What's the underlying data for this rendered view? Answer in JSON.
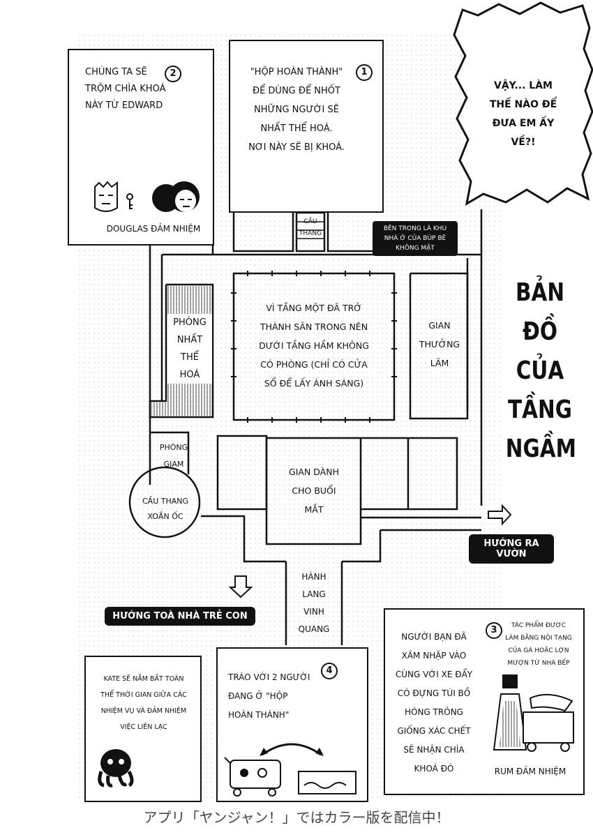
{
  "panels": {
    "p1": {
      "num": "1",
      "text": "\"HỘP HOÀN THÀNH\"\nĐỂ DÙNG ĐỂ NHỐT\nNHỮNG NGƯỜI SẼ\nNHẤT THỂ HOÁ.\nNƠI NÀY SẼ BỊ KHOÁ."
    },
    "p2": {
      "num": "2",
      "text": "CHÚNG TA SẼ\nTRỘM CHÌA KHOÁ\nNÀY TỪ EDWARD",
      "caption": "DOUGLAS ĐẢM NHIỆM"
    },
    "p3": {
      "num": "3",
      "text": "NGƯỜI BẠN ĐÃ\nXÂM NHẬP VÀO\nCÙNG VỚI XE ĐẨY\nCÓ ĐỰNG TÚI BỒ\nHÓNG TRÔNG\nGIỐNG XÁC CHẾT\nSẼ NHẬN CHÌA\nKHOÁ ĐÓ",
      "note": "TÁC PHẨM ĐƯỢC\nLÀM BẰNG NỘI TẠNG\nCỦA GÀ HOẶC LỢN\nMƯỢN TỪ NHÀ BẾP",
      "caption": "RUM ĐẢM NHIỆM"
    },
    "p4": {
      "num": "4",
      "text": "TRÁO VỚI 2 NGƯỜI\nĐANG Ở \"HỘP\nHOÀN THÀNH\""
    },
    "kate": {
      "text": "KATE SẼ NẮM BẮT TOÀN\nTHỂ THỜI GIAN GIỮA CÁC\nNHIỆM VỤ VÀ ĐẢM NHIỆM\nVIỆC LIÊN LẠC"
    }
  },
  "speech": "VẬY... LÀM\nTHẾ NÀO ĐỂ\nĐƯA EM ẤY\nVỀ?!",
  "title": "BẢN\nĐỒ CỦA\nTẦNG\nNGẦM",
  "rooms": {
    "stairs": "CẦU\nTHANG",
    "doll_area": "BÊN TRONG LÀ KHU NHÀ Ở\nCỦA BÚP BÊ KHÔNG MẶT",
    "courtyard": "VÌ TẦNG MỘT ĐÃ TRỞ\nTHÀNH SÂN TRONG NÊN\nDƯỚI TẦNG HẦM KHÔNG\nCÓ PHÒNG (CHỈ CÓ CỬA\nSỔ ĐỂ LẤY ÁNH SÁNG)",
    "gallery": "GIAN\nTHƯỞNG\nLÃM",
    "assimilation": "PHÒNG\nNHẤT\nTHỂ\nHOÁ",
    "prison": "PHÒNG\nGIAM",
    "spiral": "CẦU THANG\nXOẮN ỐC",
    "ceremony": "GIAN DÀNH\nCHO BUỔI\nMẮT",
    "corridor": "HÀNH\nLANG\nVINH\nQUANG"
  },
  "directions": {
    "garden": "HƯỚNG RA VƯỜN",
    "children": "HƯỚNG TOÀ NHÀ TRẺ CON"
  },
  "footer": "アプリ「ヤンジャン！」ではカラー版を配信中！"
}
